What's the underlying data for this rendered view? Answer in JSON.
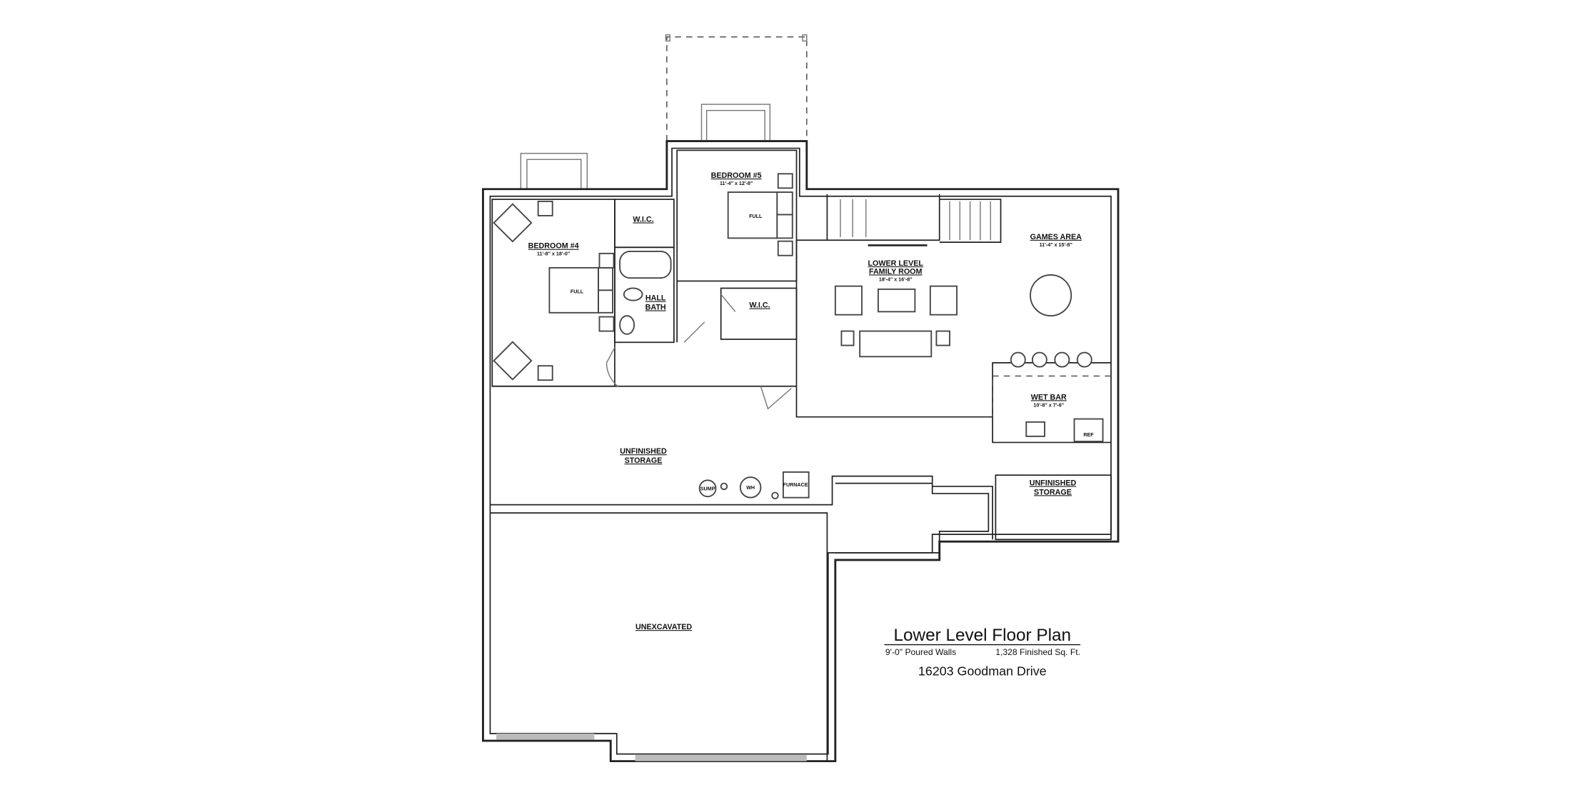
{
  "plan": {
    "title": "Lower Level Floor Plan",
    "walls_note": "9'-0\" Poured Walls",
    "finished_area": "1,328 Finished Sq. Ft.",
    "address": "16203 Goodman Drive"
  },
  "rooms": {
    "bedroom4": {
      "name": "BEDROOM #4",
      "dim": "11'-8\" x 18'-0\""
    },
    "bedroom5": {
      "name": "BEDROOM #5",
      "dim": "11'-4\" x 12'-8\""
    },
    "wic1": {
      "name": "W.I.C."
    },
    "wic2": {
      "name": "W.I.C."
    },
    "hall_bath": {
      "line1": "HALL",
      "line2": "BATH"
    },
    "family": {
      "line1": "LOWER LEVEL",
      "line2": "FAMILY ROOM",
      "dim": "18'-4\" x 16'-8\""
    },
    "games": {
      "name": "GAMES AREA",
      "dim": "11'-4\" x 15'-8\""
    },
    "wet_bar": {
      "name": "WET BAR",
      "dim": "10'-8\" x 7'-6\""
    },
    "storage1": {
      "line1": "UNFINISHED",
      "line2": "STORAGE"
    },
    "storage2": {
      "line1": "UNFINISHED",
      "line2": "STORAGE"
    },
    "unexcavated": {
      "name": "UNEXCAVATED"
    }
  },
  "fixtures": {
    "bed": "FULL",
    "sump": "SUMP",
    "wh": "WH",
    "furnace": "FURNACE",
    "ref": "REF"
  }
}
